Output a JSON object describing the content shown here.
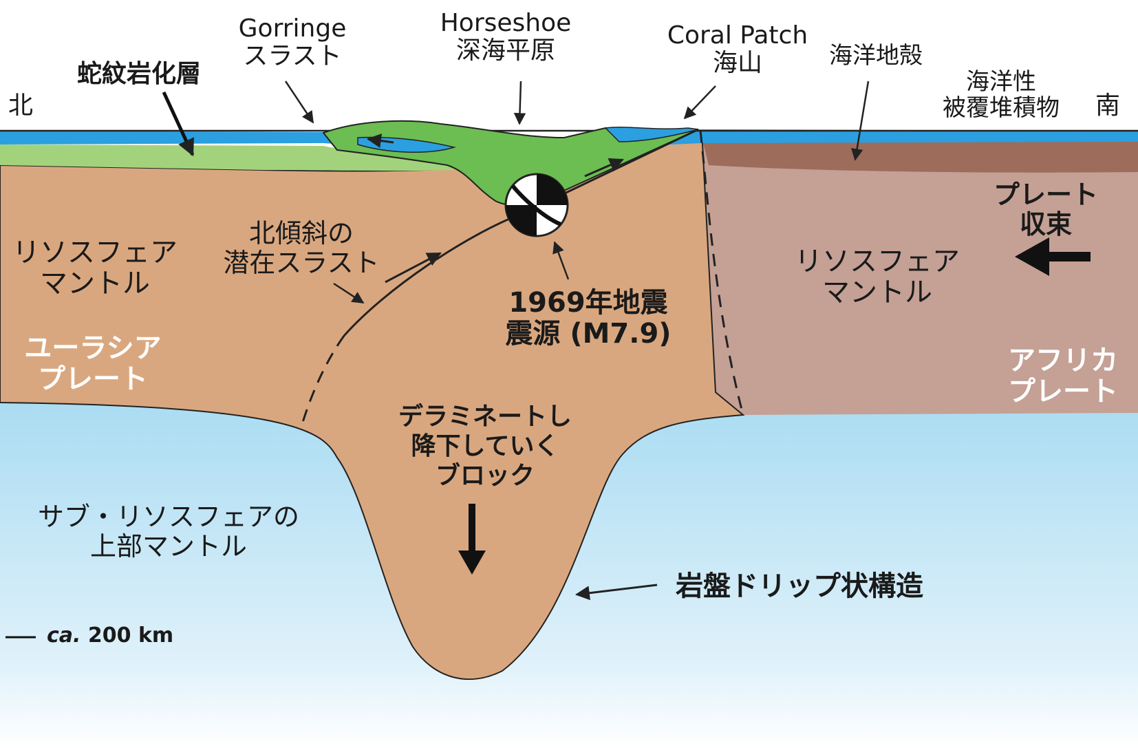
{
  "labels": {
    "north": "北",
    "south": "南",
    "serpentinite": "蛇紋岩化層",
    "gorringe_1": "Gorringe",
    "gorringe_2": "スラスト",
    "horseshoe_1": "Horseshoe",
    "horseshoe_2": "深海平原",
    "coral_1": "Coral Patch",
    "coral_2": "海山",
    "oceanic_crust": "海洋地殻",
    "sediment_1": "海洋性",
    "sediment_2": "被覆堆積物",
    "convergence_1": "プレート",
    "convergence_2": "収束",
    "litho_left_1": "リソスフェア",
    "litho_left_2": "マントル",
    "eurasia_1": "ユーラシア",
    "eurasia_2": "プレート",
    "latent_1": "北傾斜の",
    "latent_2": "潜在スラスト",
    "quake_1": "1969年地震",
    "quake_2": "震源 (M7.9)",
    "litho_right_1": "リソスフェア",
    "litho_right_2": "マントル",
    "africa_1": "アフリカ",
    "africa_2": "プレート",
    "block_1": "デラミネートし",
    "block_2": "降下していく",
    "block_3": "ブロック",
    "sublitho_1": "サブ・リソスフェアの",
    "sublitho_2": "上部マントル",
    "drip": "岩盤ドリップ状構造",
    "scale_italic": "ca.",
    "scale_value": " 200 km"
  },
  "colors": {
    "ocean_water": "#2b9fe0",
    "serpentinite_layer": "#a2d37c",
    "thrust_sheet": "#6cbd52",
    "eurasian_mantle": "#d9a77f",
    "african_mantle": "#c4a095",
    "african_sediment": "#9d6c5a",
    "sub_lithospheric_mantle": "#aadcf2",
    "outline": "#222222"
  }
}
